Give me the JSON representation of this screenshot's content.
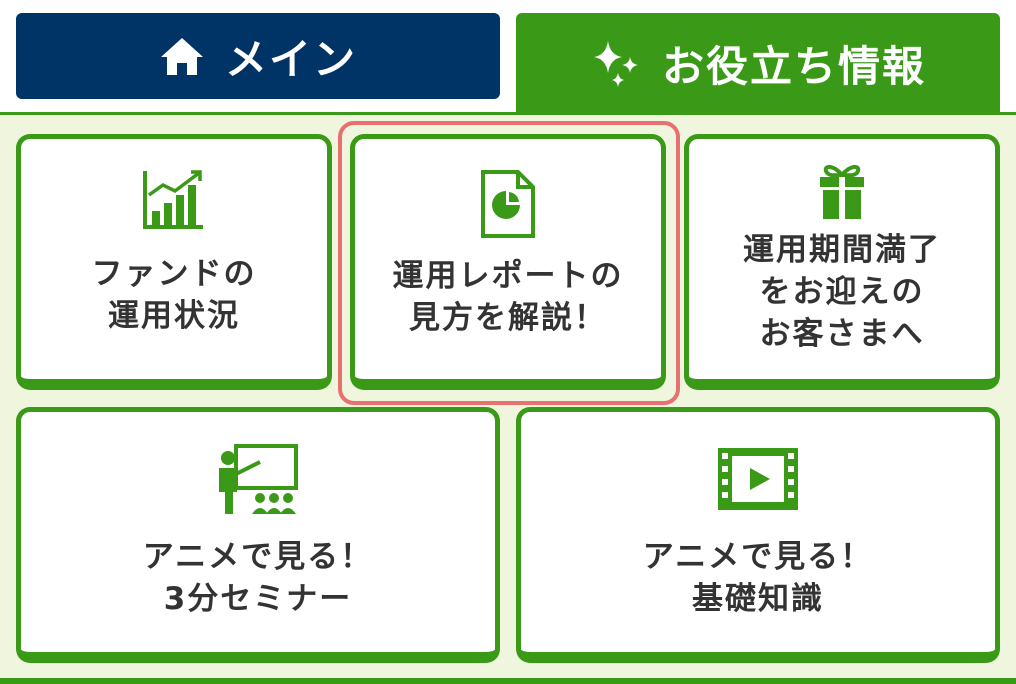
{
  "tabs": {
    "main": {
      "label": "メイン",
      "icon": "home-icon",
      "color": "#003366"
    },
    "info": {
      "label": "お役立ち情報",
      "icon": "sparkle-icon",
      "color": "#3a9a18"
    }
  },
  "accent_color": "#3a9a18",
  "highlight_color": "#e87070",
  "cards": [
    {
      "icon": "bar-chart-icon",
      "lines": [
        "ファンドの",
        "運用状況"
      ]
    },
    {
      "icon": "report-document-icon",
      "lines": [
        "運用レポートの",
        "見方を解説！"
      ]
    },
    {
      "icon": "gift-icon",
      "lines": [
        "運用期間満了",
        "をお迎えの",
        "お客さまへ"
      ]
    },
    {
      "icon": "presenter-icon",
      "lines": [
        "アニメで見る！",
        "3分セミナー"
      ]
    },
    {
      "icon": "film-play-icon",
      "lines": [
        "アニメで見る！",
        "基礎知識"
      ]
    }
  ]
}
